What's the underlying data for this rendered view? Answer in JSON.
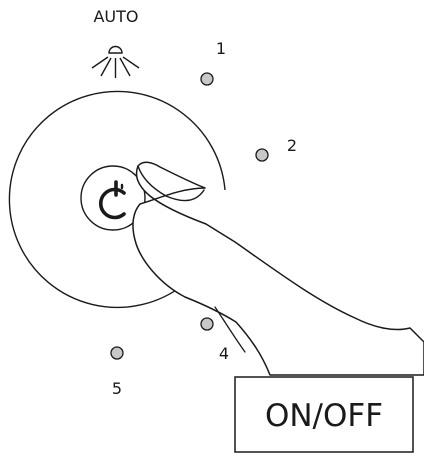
{
  "diagram": {
    "auto_label": "AUTO",
    "levels": [
      {
        "label": "1"
      },
      {
        "label": "2"
      },
      {
        "label": "4"
      },
      {
        "label": "5"
      }
    ],
    "callout_label": "ON/OFF",
    "icons": {
      "auto": "sun-icon",
      "power": "power-icon",
      "hand": "pointing-finger-icon"
    },
    "colors": {
      "line": "#1a1a1a",
      "indicator_fill": "#c8c8c8",
      "background": "#ffffff"
    }
  }
}
